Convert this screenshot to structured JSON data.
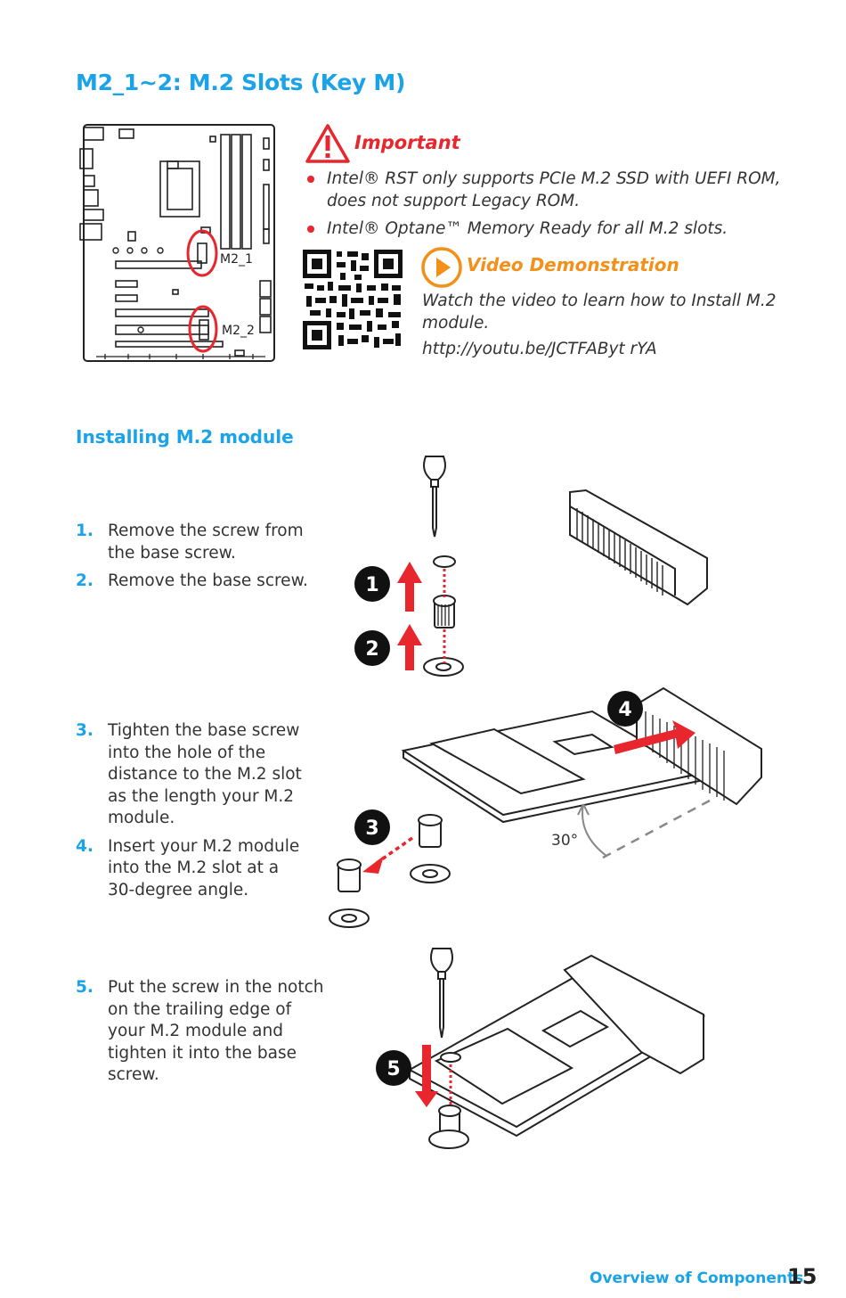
{
  "section_title": "M2_1~2: M.2 Slots (Key M)",
  "board_labels": {
    "slot1": "M2_1",
    "slot2": "M2_2"
  },
  "important": {
    "title": "Important",
    "bullets": [
      "Intel® RST only supports PCIe M.2 SSD with UEFI ROM, does not support Legacy ROM.",
      "Intel® Optane™ Memory Ready for all M.2 slots."
    ]
  },
  "video": {
    "title": "Video Demonstration",
    "text": "Watch the video to learn how to Install M.2 module.",
    "url": "http://youtu.be/JCTFAByt rYA"
  },
  "install": {
    "title": "Installing M.2 module",
    "steps_a": [
      {
        "num": "1.",
        "text": "Remove the screw from the base screw."
      },
      {
        "num": "2.",
        "text": "Remove the base screw."
      }
    ],
    "steps_b": [
      {
        "num": "3.",
        "text": "Tighten the base screw into the hole of the distance to the M.2 slot as the length your M.2 module."
      },
      {
        "num": "4.",
        "text": "Insert your M.2 module into the M.2 slot at a 30-degree angle."
      }
    ],
    "steps_c": [
      {
        "num": "5.",
        "text": "Put the screw in the notch on the trailing edge of your M.2 module and tighten it into the base screw."
      }
    ]
  },
  "diagram_badges": [
    "1",
    "2",
    "3",
    "4",
    "5"
  ],
  "angle_label": "30°",
  "footer": {
    "label": "Overview of Components",
    "page": "15"
  },
  "colors": {
    "accent_blue": "#1aa3e8",
    "warning_red": "#e8262d",
    "video_orange": "#f39019"
  }
}
